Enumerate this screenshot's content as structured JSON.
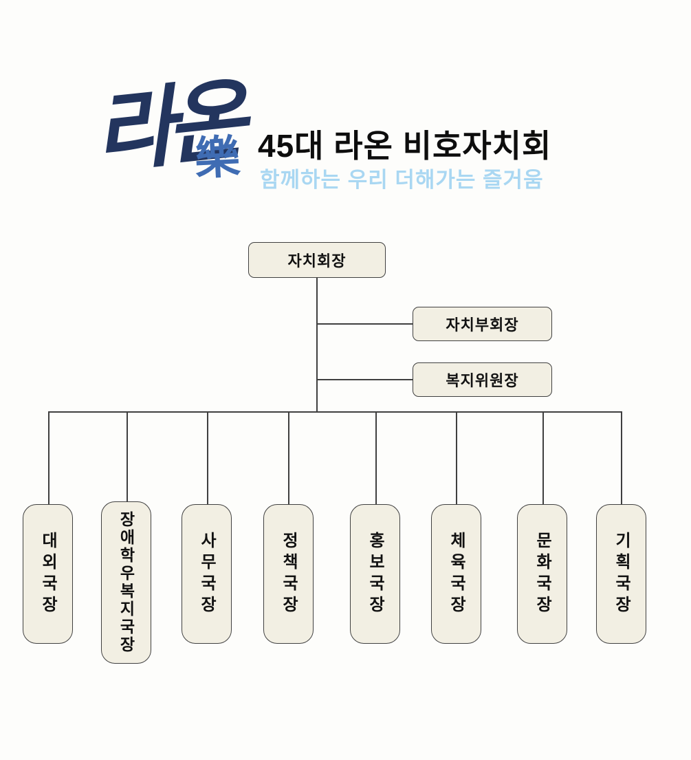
{
  "header": {
    "logo_script": "라온",
    "logo_hanja": "樂",
    "title": "45대 라온 비호자치회",
    "subtitle": "함께하는 우리 더해가는 즐거움"
  },
  "colors": {
    "box_fill": "#f2efe3",
    "box_border": "#3f3f3f",
    "line": "#3f3f3f",
    "title": "#0d0d0d",
    "subtitle": "#a9d7f2",
    "logo_navy": "#23355e",
    "logo_blue": "#3f6cb3"
  },
  "org": {
    "president": {
      "label": "자치회장"
    },
    "side": [
      {
        "label": "자치부회장"
      },
      {
        "label": "복지위원장"
      }
    ],
    "departments": [
      {
        "label": "대외국장"
      },
      {
        "label": "장애학우복지국장"
      },
      {
        "label": "사무국장"
      },
      {
        "label": "정책국장"
      },
      {
        "label": "홍보국장"
      },
      {
        "label": "체육국장"
      },
      {
        "label": "문화국장"
      },
      {
        "label": "기획국장"
      }
    ]
  }
}
